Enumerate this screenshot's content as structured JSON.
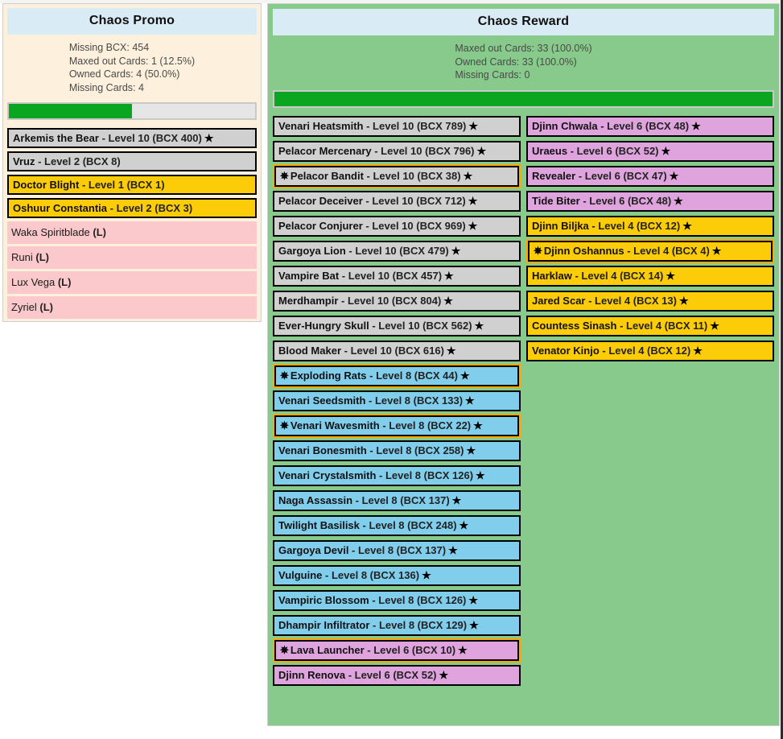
{
  "icons": {
    "star": "★",
    "burst": "✵"
  },
  "colors": {
    "promo_panel_bg": "#fdf0dc",
    "reward_panel_bg": "#87ca8b",
    "title_bg": "#d9ebf5",
    "progress_fill": "#0ba621",
    "progress_track": "#e6e6e6",
    "common": "#d0d0d0",
    "rare": "#81cdec",
    "epic": "#dfa3dd",
    "legendary": "#fdcc08",
    "missing": "#fbc9cb",
    "highlight_outline": "#ffa800"
  },
  "promo": {
    "title": "Chaos Promo",
    "stats": {
      "missing_bcx": "Missing BCX: 454",
      "maxed_out": "Maxed out Cards: 1 (12.5%)",
      "owned": "Owned Cards: 4 (50.0%)",
      "missing_cards": "Missing Cards: 4"
    },
    "progress_percent": 50,
    "cards": [
      {
        "name": "Arkemis the Bear",
        "meta": " - Level 10 (BCX 400)",
        "rarity": "gray",
        "star": true,
        "burst": false,
        "highlight": false
      },
      {
        "name": "Vruz",
        "meta": " - Level 2 (BCX 8)",
        "rarity": "gray",
        "star": false,
        "burst": false,
        "highlight": false
      },
      {
        "name": "Doctor Blight",
        "meta": " - Level 1 (BCX 1)",
        "rarity": "gold",
        "star": false,
        "burst": false,
        "highlight": false
      },
      {
        "name": "Oshuur Constantia",
        "meta": " - Level 2 (BCX 3)",
        "rarity": "gold",
        "star": false,
        "burst": false,
        "highlight": false
      },
      {
        "name": "Waka Spiritblade",
        "meta": " (L)",
        "rarity": "pink",
        "star": false,
        "burst": false,
        "highlight": false
      },
      {
        "name": "Runi",
        "meta": " (L)",
        "rarity": "pink",
        "star": false,
        "burst": false,
        "highlight": false
      },
      {
        "name": "Lux Vega",
        "meta": " (L)",
        "rarity": "pink",
        "star": false,
        "burst": false,
        "highlight": false
      },
      {
        "name": "Zyriel",
        "meta": " (L)",
        "rarity": "pink",
        "star": false,
        "burst": false,
        "highlight": false
      }
    ]
  },
  "reward": {
    "title": "Chaos Reward",
    "stats": {
      "maxed_out": "Maxed out Cards: 33 (100.0%)",
      "owned": "Owned Cards: 33 (100.0%)",
      "missing_cards": "Missing Cards: 0"
    },
    "progress_percent": 100,
    "column_left": [
      {
        "name": "Venari Heatsmith",
        "meta": " - Level 10 (BCX 789)",
        "rarity": "gray",
        "star": true,
        "burst": false,
        "highlight": false
      },
      {
        "name": "Pelacor Mercenary",
        "meta": " - Level 10 (BCX 796)",
        "rarity": "gray",
        "star": true,
        "burst": false,
        "highlight": false
      },
      {
        "name": "Pelacor Bandit",
        "meta": " - Level 10 (BCX 38)",
        "rarity": "gray",
        "star": true,
        "burst": true,
        "highlight": true
      },
      {
        "name": "Pelacor Deceiver",
        "meta": " - Level 10 (BCX 712)",
        "rarity": "gray",
        "star": true,
        "burst": false,
        "highlight": false
      },
      {
        "name": "Pelacor Conjurer",
        "meta": " - Level 10 (BCX 969)",
        "rarity": "gray",
        "star": true,
        "burst": false,
        "highlight": false
      },
      {
        "name": "Gargoya Lion",
        "meta": " - Level 10 (BCX 479)",
        "rarity": "gray",
        "star": true,
        "burst": false,
        "highlight": false
      },
      {
        "name": "Vampire Bat",
        "meta": " - Level 10 (BCX 457)",
        "rarity": "gray",
        "star": true,
        "burst": false,
        "highlight": false
      },
      {
        "name": "Merdhampir",
        "meta": " - Level 10 (BCX 804)",
        "rarity": "gray",
        "star": true,
        "burst": false,
        "highlight": false
      },
      {
        "name": "Ever-Hungry Skull",
        "meta": " - Level 10 (BCX 562)",
        "rarity": "gray",
        "star": true,
        "burst": false,
        "highlight": false
      },
      {
        "name": "Blood Maker",
        "meta": " - Level 10 (BCX 616)",
        "rarity": "gray",
        "star": true,
        "burst": false,
        "highlight": false
      },
      {
        "name": "Exploding Rats",
        "meta": " - Level 8 (BCX 44)",
        "rarity": "blue",
        "star": true,
        "burst": true,
        "highlight": true
      },
      {
        "name": "Venari Seedsmith",
        "meta": " - Level 8 (BCX 133)",
        "rarity": "blue",
        "star": true,
        "burst": false,
        "highlight": false
      },
      {
        "name": "Venari Wavesmith",
        "meta": " - Level 8 (BCX 22)",
        "rarity": "blue",
        "star": true,
        "burst": true,
        "highlight": true
      },
      {
        "name": "Venari Bonesmith",
        "meta": " - Level 8 (BCX 258)",
        "rarity": "blue",
        "star": true,
        "burst": false,
        "highlight": false
      },
      {
        "name": "Venari Crystalsmith",
        "meta": " - Level 8 (BCX 126)",
        "rarity": "blue",
        "star": true,
        "burst": false,
        "highlight": false
      },
      {
        "name": "Naga Assassin",
        "meta": " - Level 8 (BCX 137)",
        "rarity": "blue",
        "star": true,
        "burst": false,
        "highlight": false
      },
      {
        "name": "Twilight Basilisk",
        "meta": " - Level 8 (BCX 248)",
        "rarity": "blue",
        "star": true,
        "burst": false,
        "highlight": false
      },
      {
        "name": "Gargoya Devil",
        "meta": " - Level 8 (BCX 137)",
        "rarity": "blue",
        "star": true,
        "burst": false,
        "highlight": false
      },
      {
        "name": "Vulguine",
        "meta": " - Level 8 (BCX 136)",
        "rarity": "blue",
        "star": true,
        "burst": false,
        "highlight": false
      },
      {
        "name": "Vampiric Blossom",
        "meta": " - Level 8 (BCX 126)",
        "rarity": "blue",
        "star": true,
        "burst": false,
        "highlight": false
      },
      {
        "name": "Dhampir Infiltrator",
        "meta": " - Level 8 (BCX 129)",
        "rarity": "blue",
        "star": true,
        "burst": false,
        "highlight": false
      },
      {
        "name": "Lava Launcher",
        "meta": " - Level 6 (BCX 10)",
        "rarity": "purple",
        "star": true,
        "burst": true,
        "highlight": true
      },
      {
        "name": "Djinn Renova",
        "meta": " - Level 6 (BCX 52)",
        "rarity": "purple",
        "star": true,
        "burst": false,
        "highlight": false
      }
    ],
    "column_right": [
      {
        "name": "Djinn Chwala",
        "meta": " - Level 6 (BCX 48)",
        "rarity": "purple",
        "star": true,
        "burst": false,
        "highlight": false
      },
      {
        "name": "Uraeus",
        "meta": " - Level 6 (BCX 52)",
        "rarity": "purple",
        "star": true,
        "burst": false,
        "highlight": false
      },
      {
        "name": "Revealer",
        "meta": " - Level 6 (BCX 47)",
        "rarity": "purple",
        "star": true,
        "burst": false,
        "highlight": false
      },
      {
        "name": "Tide Biter",
        "meta": " - Level 6 (BCX 48)",
        "rarity": "purple",
        "star": true,
        "burst": false,
        "highlight": false
      },
      {
        "name": "Djinn Biljka",
        "meta": " - Level 4 (BCX 12)",
        "rarity": "gold",
        "star": true,
        "burst": false,
        "highlight": false
      },
      {
        "name": "Djinn Oshannus",
        "meta": " - Level 4 (BCX 4)",
        "rarity": "gold",
        "star": true,
        "burst": true,
        "highlight": true
      },
      {
        "name": "Harklaw",
        "meta": " - Level 4 (BCX 14)",
        "rarity": "gold",
        "star": true,
        "burst": false,
        "highlight": false
      },
      {
        "name": "Jared Scar",
        "meta": " - Level 4 (BCX 13)",
        "rarity": "gold",
        "star": true,
        "burst": false,
        "highlight": false
      },
      {
        "name": "Countess Sinash",
        "meta": " - Level 4 (BCX 11)",
        "rarity": "gold",
        "star": true,
        "burst": false,
        "highlight": false
      },
      {
        "name": "Venator Kinjo",
        "meta": " - Level 4 (BCX 12)",
        "rarity": "gold",
        "star": true,
        "burst": false,
        "highlight": false
      }
    ]
  }
}
